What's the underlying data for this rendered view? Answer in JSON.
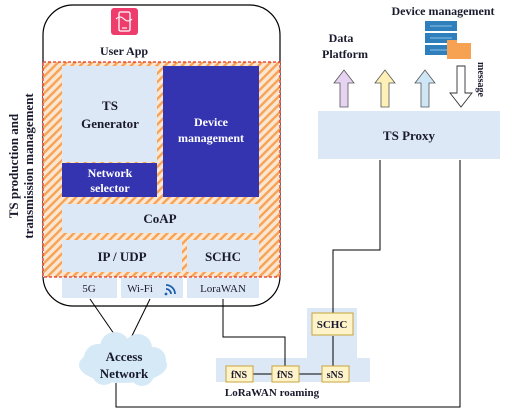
{
  "device": {
    "app_label": "User App",
    "app_icon": "mobile-app-icon",
    "ts_generator": "TS Generator",
    "device_management": "Device management",
    "network_selector": "Network selector",
    "coap": "CoAP",
    "ip_udp": "IP / UDP",
    "schc": "SCHC",
    "radio": {
      "g5": "5G",
      "wifi": "Wi-Fi",
      "lorawan": "LoraWAN"
    }
  },
  "side_label": [
    "TS production and",
    "transmission management"
  ],
  "access_network": [
    "Access",
    "Network"
  ],
  "roaming": {
    "schc": "SCHC",
    "fns1": "fNS",
    "fns2": "fNS",
    "sns": "sNS",
    "label": "LoRaWAN roaming"
  },
  "proxy": {
    "label": "TS Proxy"
  },
  "data_platform": [
    "Data",
    "Platform"
  ],
  "device_mgmt_server": "Device management",
  "message_label": "message",
  "colors": {
    "light_blue": "#dde8f6",
    "dark_blue": "#3434b0",
    "orange": "#f7a253",
    "red_dash": "#e03020",
    "arrow_purple": "#e6d3f2",
    "arrow_yellow": "#fff0b8",
    "arrow_blue": "#cfe6f7"
  }
}
